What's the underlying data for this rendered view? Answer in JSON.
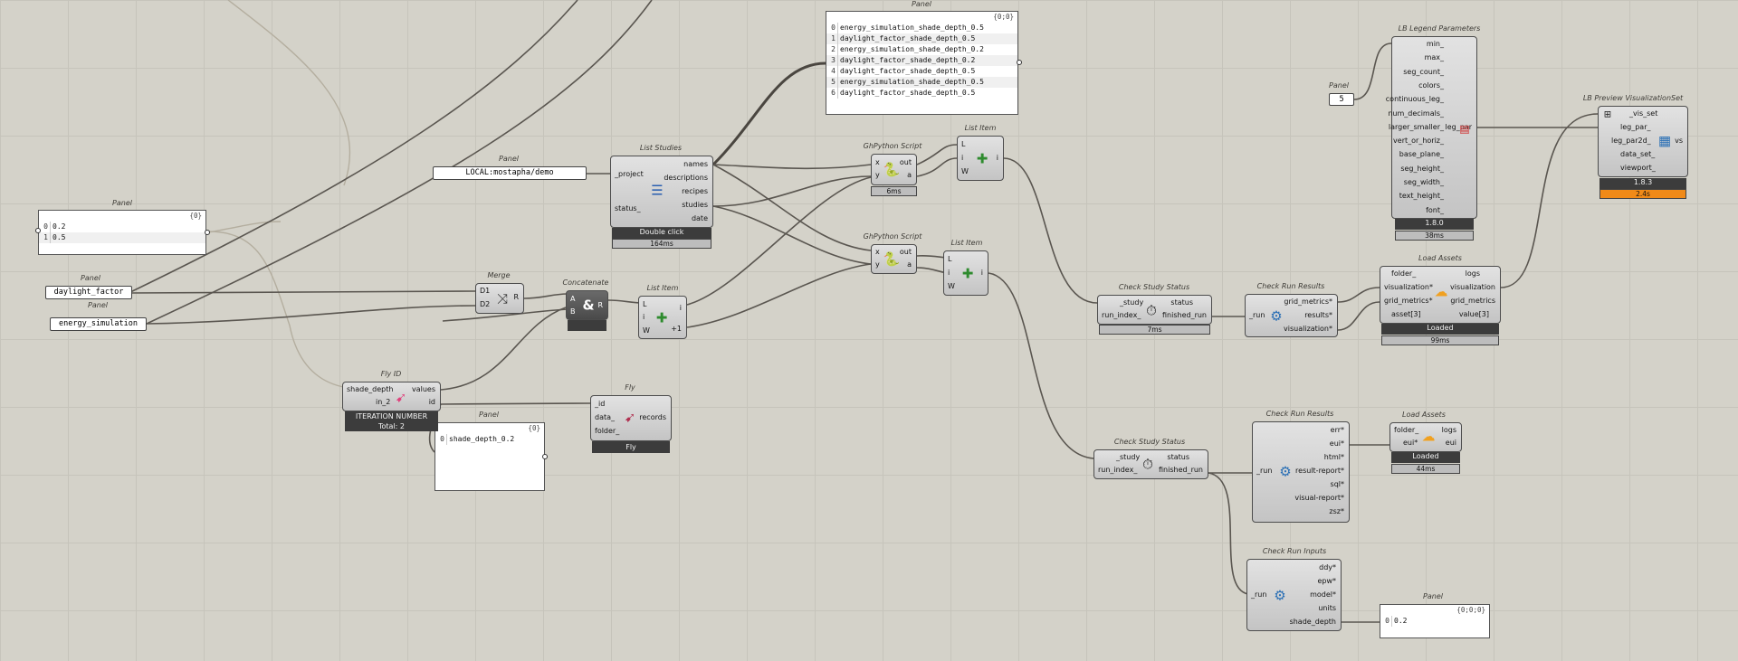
{
  "app": {
    "name": "Grasshopper"
  },
  "captions": {
    "panel_top": "Panel",
    "panel_values": "Panel",
    "panel_daylight": "Panel",
    "panel_energy": "Panel",
    "panel_project": "Panel",
    "panel_shade": "Panel",
    "panel_5": "Panel",
    "panel_bottom": "Panel",
    "merge": "Merge",
    "concatenate": "Concatenate",
    "list_item_1": "List Item",
    "list_item_2": "List Item",
    "list_item_3": "List Item",
    "list_studies": "List Studies",
    "ghpython_1": "GhPython Script",
    "ghpython_2": "GhPython Script",
    "fly_id": "Fly ID",
    "fly": "Fly",
    "check_study_status_1": "Check Study Status",
    "check_study_status_2": "Check Study Status",
    "check_run_results_1": "Check Run Results",
    "check_run_results_2": "Check Run Results",
    "load_assets_1": "Load Assets",
    "load_assets_2": "Load Assets",
    "check_run_inputs": "Check Run Inputs",
    "lb_legend": "LB Legend Parameters",
    "lb_preview": "LB Preview VisualizationSet"
  },
  "panels": {
    "top": {
      "tag": "{0;0}",
      "items": [
        {
          "i": "0",
          "v": "energy_simulation_shade_depth_0.5"
        },
        {
          "i": "1",
          "v": "daylight_factor_shade_depth_0.5"
        },
        {
          "i": "2",
          "v": "energy_simulation_shade_depth_0.2"
        },
        {
          "i": "3",
          "v": "daylight_factor_shade_depth_0.2"
        },
        {
          "i": "4",
          "v": "daylight_factor_shade_depth_0.5"
        },
        {
          "i": "5",
          "v": "energy_simulation_shade_depth_0.5"
        },
        {
          "i": "6",
          "v": "daylight_factor_shade_depth_0.5"
        }
      ]
    },
    "values": {
      "tag": "{0}",
      "items": [
        {
          "i": "0",
          "v": "0.2"
        },
        {
          "i": "1",
          "v": "0.5"
        }
      ]
    },
    "daylight": {
      "text": "daylight_factor"
    },
    "energy": {
      "text": "energy_simulation"
    },
    "project": {
      "text": "LOCAL:mostapha/demo"
    },
    "shade": {
      "tag": "{0}",
      "items": [
        {
          "i": "0",
          "v": "shade_depth_0.2"
        }
      ]
    },
    "five": {
      "text": "5"
    },
    "bottom": {
      "tag": "{0;0;0}",
      "items": [
        {
          "i": "0",
          "v": "0.2"
        }
      ]
    }
  },
  "components": {
    "merge": {
      "inputs": [
        "D1",
        "D2"
      ],
      "outputs": [
        "R"
      ],
      "icon": "merge-icon"
    },
    "concatenate": {
      "inputs": [
        "A",
        "B"
      ],
      "outputs": [
        "R"
      ],
      "icon": "ampersand-icon"
    },
    "list_item_1": {
      "inputs": [
        "L",
        "i",
        "W"
      ],
      "outputs": [
        "i",
        "+1"
      ]
    },
    "list_item_2": {
      "inputs": [
        "L",
        "i",
        "W"
      ],
      "outputs": [
        "i"
      ]
    },
    "list_item_3": {
      "inputs": [
        "L",
        "i",
        "W"
      ],
      "outputs": [
        "i"
      ]
    },
    "list_studies": {
      "inputs": [
        "_project",
        "status_"
      ],
      "outputs": [
        "names",
        "descriptions",
        "recipes",
        "studies",
        "date"
      ],
      "bar": "Double click",
      "time": "164ms"
    },
    "ghpython_1": {
      "inputs": [
        "x",
        "y"
      ],
      "outputs": [
        "out",
        "a"
      ],
      "time": "6ms"
    },
    "ghpython_2": {
      "inputs": [
        "x",
        "y"
      ],
      "outputs": [
        "out",
        "a"
      ]
    },
    "fly_id": {
      "inputs": [
        "shade_depth",
        "in_2"
      ],
      "outputs": [
        "values",
        "id"
      ],
      "bar1": "ITERATION NUMBER",
      "bar2": "Total: 2"
    },
    "fly": {
      "inputs": [
        "_id",
        "data_",
        "folder_"
      ],
      "outputs": [
        "records"
      ],
      "bar": "Fly"
    },
    "check_study_status_1": {
      "inputs": [
        "_study",
        "run_index_"
      ],
      "outputs": [
        "status",
        "finished_run"
      ],
      "time": "7ms"
    },
    "check_study_status_2": {
      "inputs": [
        "_study",
        "run_index_"
      ],
      "outputs": [
        "status",
        "finished_run"
      ]
    },
    "check_run_results_1": {
      "inputs": [
        "_run"
      ],
      "outputs": [
        "grid_metrics*",
        "results*",
        "visualization*"
      ]
    },
    "check_run_results_2": {
      "inputs": [
        "_run"
      ],
      "outputs": [
        "err*",
        "eui*",
        "html*",
        "result-report*",
        "sql*",
        "visual-report*",
        "zsz*"
      ]
    },
    "load_assets_1": {
      "inputs": [
        "folder_",
        "visualization*",
        "grid_metrics*",
        "asset[3]"
      ],
      "outputs": [
        "logs",
        "visualization",
        "grid_metrics",
        "value[3]"
      ],
      "bar": "Loaded",
      "time": "99ms"
    },
    "load_assets_2": {
      "inputs": [
        "folder_",
        "eui*"
      ],
      "outputs": [
        "logs",
        "eui"
      ],
      "bar": "Loaded",
      "time": "44ms"
    },
    "check_run_inputs": {
      "inputs": [
        "_run"
      ],
      "outputs": [
        "ddy*",
        "epw*",
        "model*",
        "units",
        "shade_depth"
      ]
    },
    "lb_legend": {
      "inputs": [
        "min_",
        "max_",
        "seg_count_",
        "colors_",
        "continuous_leg_",
        "num_decimals_",
        "larger_smaller_",
        "vert_or_horiz_",
        "base_plane_",
        "seg_height_",
        "seg_width_",
        "text_height_",
        "font_"
      ],
      "outputs": [
        "leg_par"
      ],
      "version": "1.8.0",
      "time": "38ms"
    },
    "lb_preview": {
      "inputs": [
        "_vis_set",
        "leg_par_",
        "leg_par2d_",
        "data_set_",
        "viewport_"
      ],
      "outputs": [
        "vs"
      ],
      "version": "1.8.3",
      "time": "2.4s"
    }
  },
  "colors": {
    "canvas": "#d4d2c9",
    "component": "#c8c8c8",
    "wire": "#5a5650",
    "warning": "#f08a18"
  }
}
